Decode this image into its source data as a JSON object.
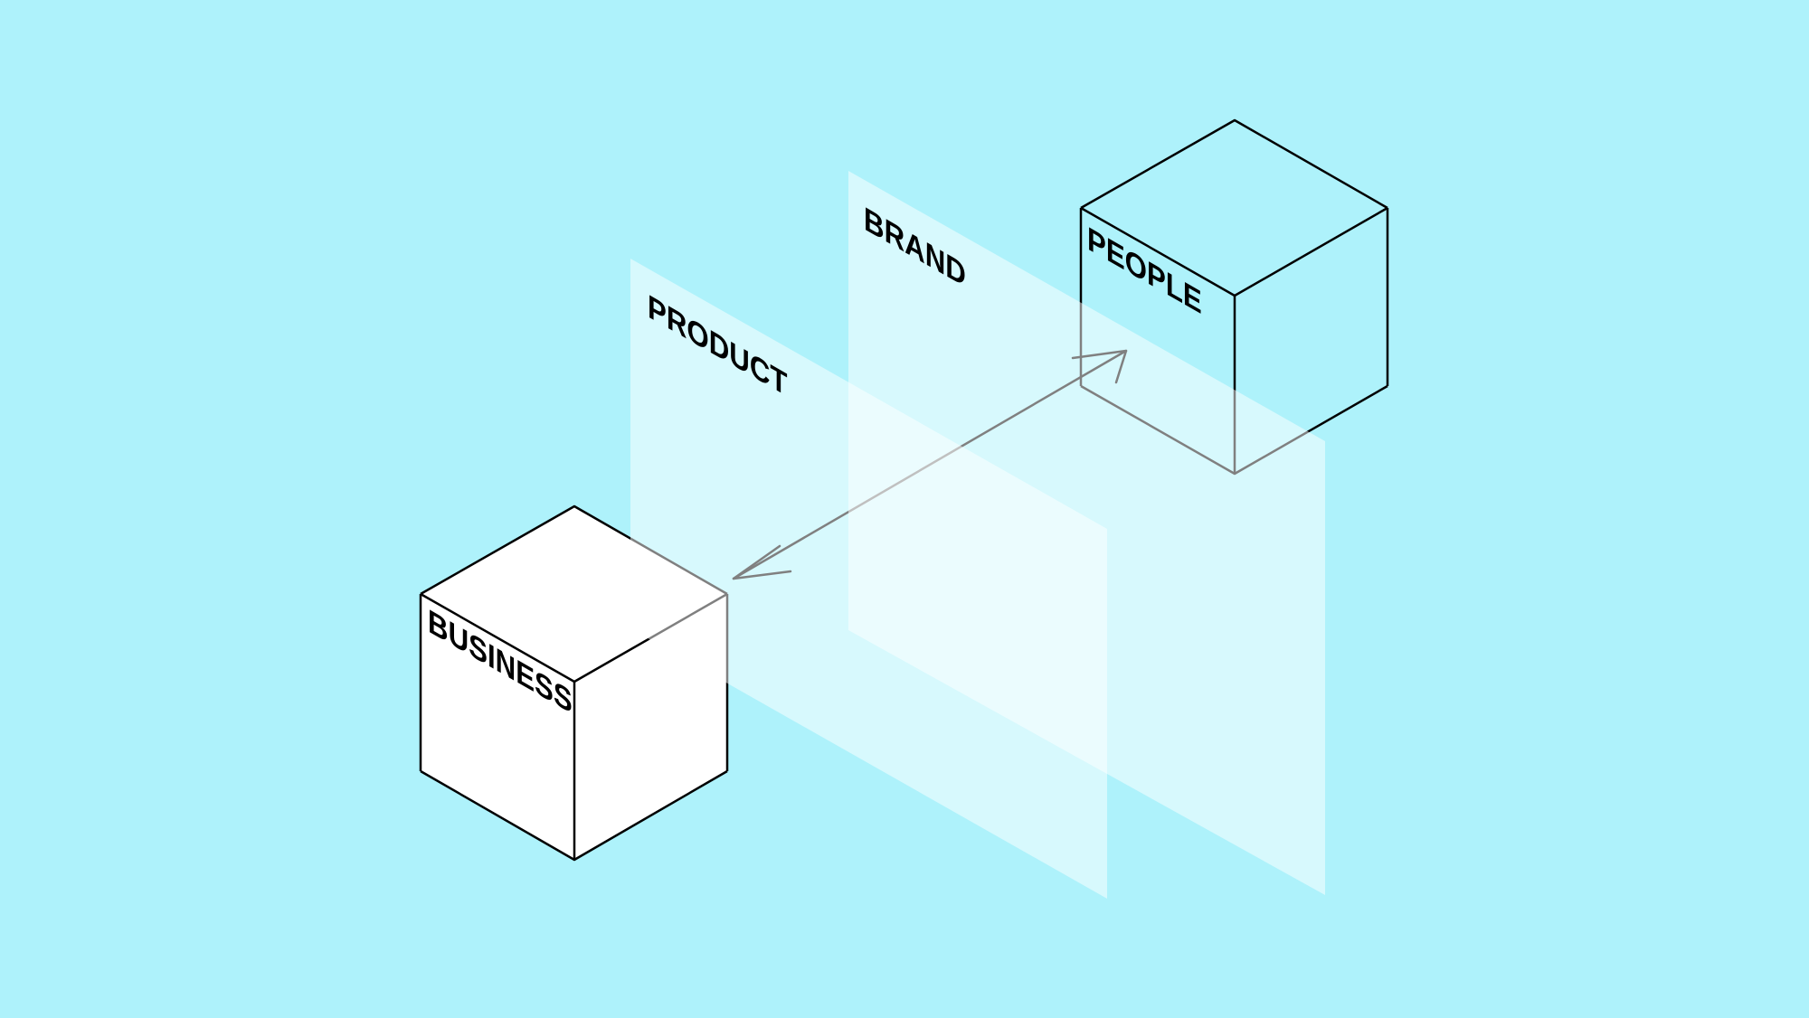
{
  "labels": {
    "business": "BUSINESS",
    "product": "PRODUCT",
    "brand": "BRAND",
    "people": "PEOPLE"
  },
  "colors": {
    "background": "#aef2fb",
    "plane_fill": "#ffffff",
    "cube_fill": "#ffffff",
    "stroke": "#000000",
    "arrow": "#000000"
  },
  "icons": {
    "connector": "double-headed-arrow"
  }
}
